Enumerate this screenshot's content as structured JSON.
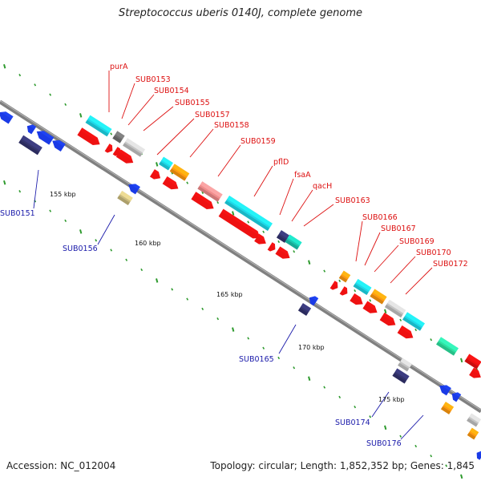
{
  "title": "Streptococcus uberis 0140J, complete genome",
  "footer": {
    "accession": "Accession: NC_012004",
    "summary": "Topology: circular; Length: 1,852,352 bp; Genes: 1,845"
  },
  "colors": {
    "backbone": "#808080",
    "tick": "#2e9a2e",
    "forward_label": "#dd1111",
    "reverse_label": "#1a1aaa",
    "cyan": "#1ed8e8",
    "red": "#ee1111",
    "orange": "#ff9a10",
    "blue": "#1a3ae6",
    "navy": "#34346e",
    "grey": "#c4c4c4",
    "darkgrey": "#707070",
    "pink": "#f08c8c",
    "khaki": "#cabb7e",
    "teal": "#1bc7b0",
    "mint": "#2ee0a0"
  },
  "scale_labels": [
    "155 kbp",
    "160 kbp",
    "165 kbp",
    "170 kbp",
    "175 kbp"
  ],
  "forward_gene_labels": [
    "purA",
    "SUB0153",
    "SUB0154",
    "SUB0155",
    "SUB0157",
    "SUB0158",
    "SUB0159",
    "pflD",
    "fsaA",
    "qacH",
    "SUB0163",
    "SUB0166",
    "SUB0167",
    "SUB0169",
    "SUB0170",
    "SUB0172"
  ],
  "reverse_gene_labels": [
    "SUB0151",
    "SUB0156",
    "SUB0165",
    "SUB0174",
    "SUB0176"
  ]
}
